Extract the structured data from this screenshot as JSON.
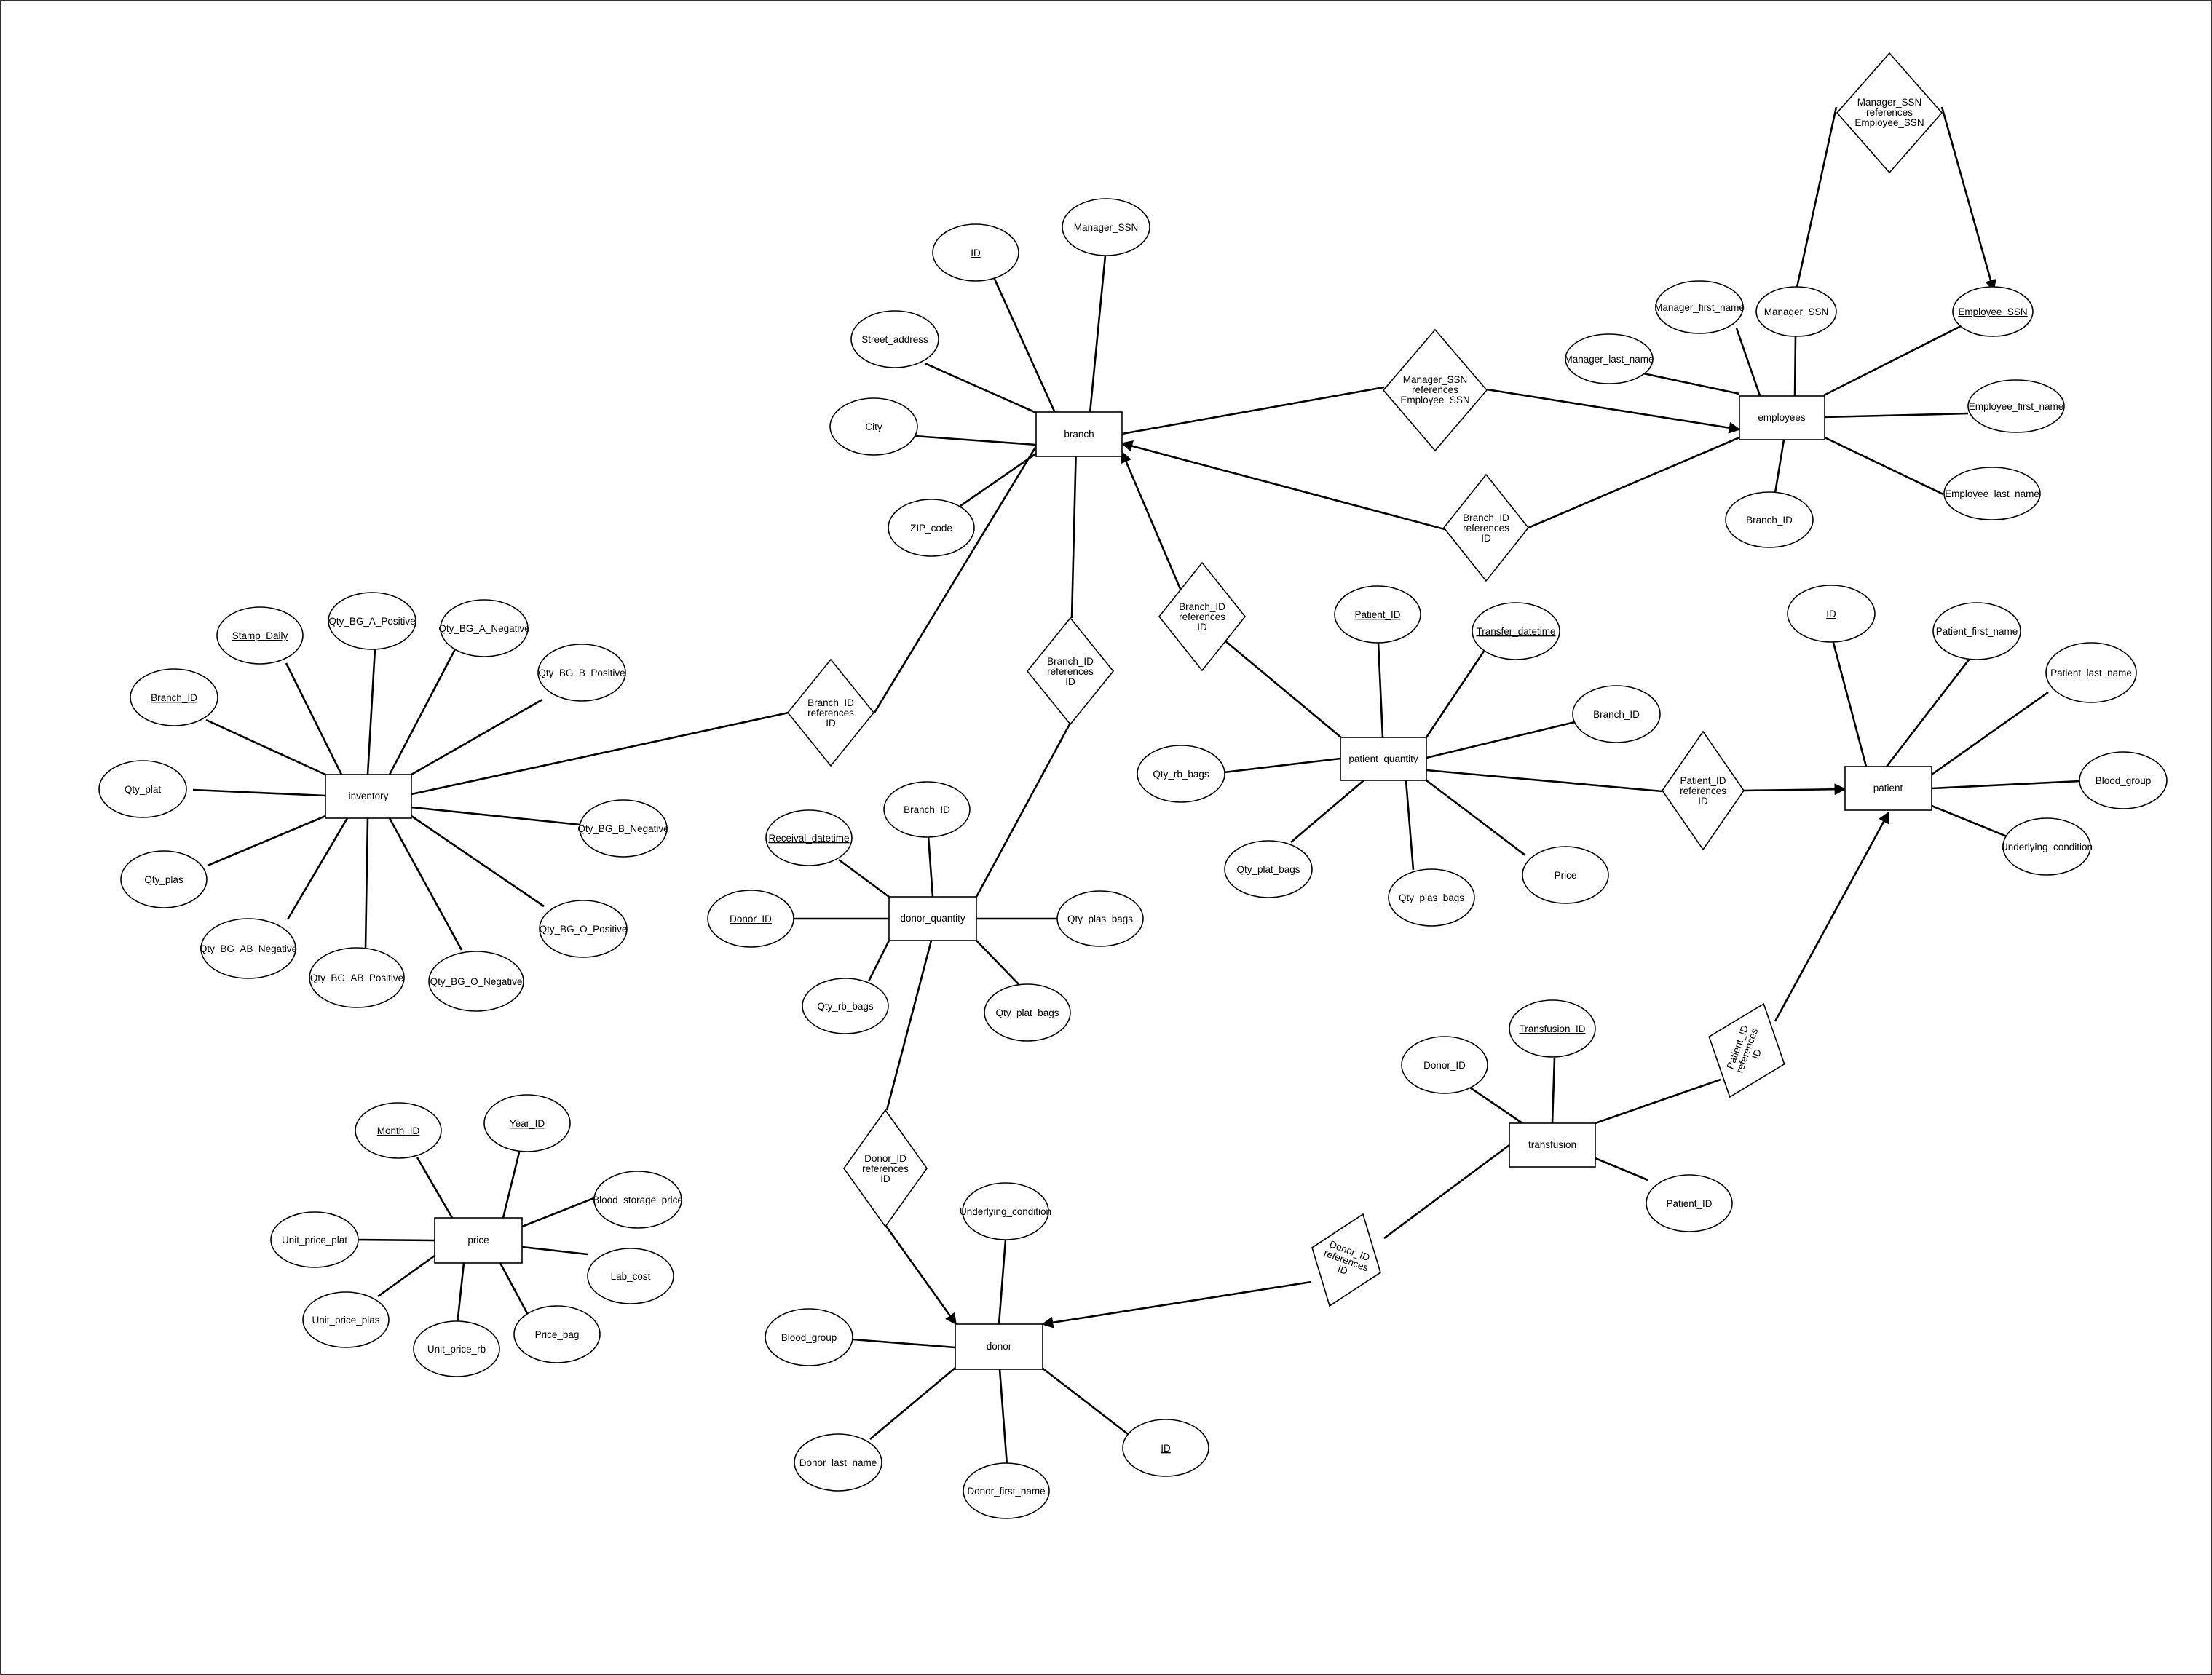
{
  "diagram": {
    "entities": {
      "branch": "branch",
      "employees": "employees",
      "inventory": "inventory",
      "patient_quantity": "patient_quantity",
      "patient": "patient",
      "donor_quantity": "donor_quantity",
      "price": "price",
      "donor": "donor",
      "transfusion": "transfusion"
    },
    "attributes": {
      "branch": {
        "id": "ID",
        "manager_ssn": "Manager_SSN",
        "street_address": "Street_address",
        "city": "City",
        "zip_code": "ZIP_code"
      },
      "employees": {
        "manager_first_name": "Manager_first_name",
        "manager_ssn": "Manager_SSN",
        "employee_ssn": "Employee_SSN",
        "manager_last_name": "Manager_last_name",
        "employee_first_name": "Employee_first_name",
        "employee_last_name": "Employee_last_name",
        "branch_id": "Branch_ID"
      },
      "inventory": {
        "stamp_daily": "Stamp_Daily",
        "qty_bg_a_positive": "Qty_BG_A_Positive",
        "qty_bg_a_negative": "Qty_BG_A_Negative",
        "branch_id": "Branch_ID",
        "qty_bg_b_positive": "Qty_BG_B_Positive",
        "qty_plat": "Qty_plat",
        "qty_bg_b_negative": "Qty_BG_B_Negative",
        "qty_plas": "Qty_plas",
        "qty_bg_o_positive": "Qty_BG_O_Positive",
        "qty_bg_ab_negative": "Qty_BG_AB_Negative",
        "qty_bg_ab_positive": "Qty_BG_AB_Positive",
        "qty_bg_o_negative": "Qty_BG_O_Negative"
      },
      "patient_quantity": {
        "patient_id": "Patient_ID",
        "transfer_datetime": "Transfer_datetime",
        "branch_id": "Branch_ID",
        "qty_rb_bags": "Qty_rb_bags",
        "qty_plat_bags": "Qty_plat_bags",
        "qty_plas_bags": "Qty_plas_bags",
        "price": "Price"
      },
      "patient": {
        "id": "ID",
        "patient_first_name": "Patient_first_name",
        "patient_last_name": "Patient_last_name",
        "blood_group": "Blood_group",
        "underlying_condition": "Underlying_condition"
      },
      "donor_quantity": {
        "branch_id": "Branch_ID",
        "receival_datetime": "Receival_datetime",
        "donor_id": "Donor_ID",
        "qty_plas_bags": "Qty_plas_bags",
        "qty_rb_bags": "Qty_rb_bags",
        "qty_plat_bags": "Qty_plat_bags"
      },
      "price": {
        "month_id": "Month_ID",
        "year_id": "Year_ID",
        "blood_storage_price": "Blood_storage_price",
        "unit_price_plat": "Unit_price_plat",
        "lab_cost": "Lab_cost",
        "unit_price_plas": "Unit_price_plas",
        "price_bag": "Price_bag",
        "unit_price_rb": "Unit_price_rb"
      },
      "donor": {
        "underlying_condition": "Underlying_condition",
        "blood_group": "Blood_group",
        "donor_last_name": "Donor_last_name",
        "donor_first_name": "Donor_first_name",
        "id": "ID"
      },
      "transfusion": {
        "transfusion_id": "Transfusion_ID",
        "donor_id": "Donor_ID",
        "patient_id": "Patient_ID"
      }
    },
    "relationships": {
      "mgr_top": [
        "Manager_SSN",
        "references",
        "Employee_SSN"
      ],
      "mgr_branch": [
        "Manager_SSN",
        "references",
        "Employee_SSN"
      ],
      "emp_branch": [
        "Branch_ID",
        "references",
        "ID"
      ],
      "inv_branch": [
        "Branch_ID",
        "references",
        "ID"
      ],
      "dq_branch": [
        "Branch_ID",
        "references",
        "ID"
      ],
      "pq_branch": [
        "Branch_ID",
        "references",
        "ID"
      ],
      "pq_patient": [
        "Patient_ID",
        "references",
        "ID"
      ],
      "dq_donor": [
        "Donor_ID",
        "references",
        "ID"
      ],
      "tr_donor": [
        "Donor_ID",
        "references",
        "ID"
      ],
      "tr_patient": [
        "Patient_ID",
        "references",
        "ID"
      ]
    }
  }
}
